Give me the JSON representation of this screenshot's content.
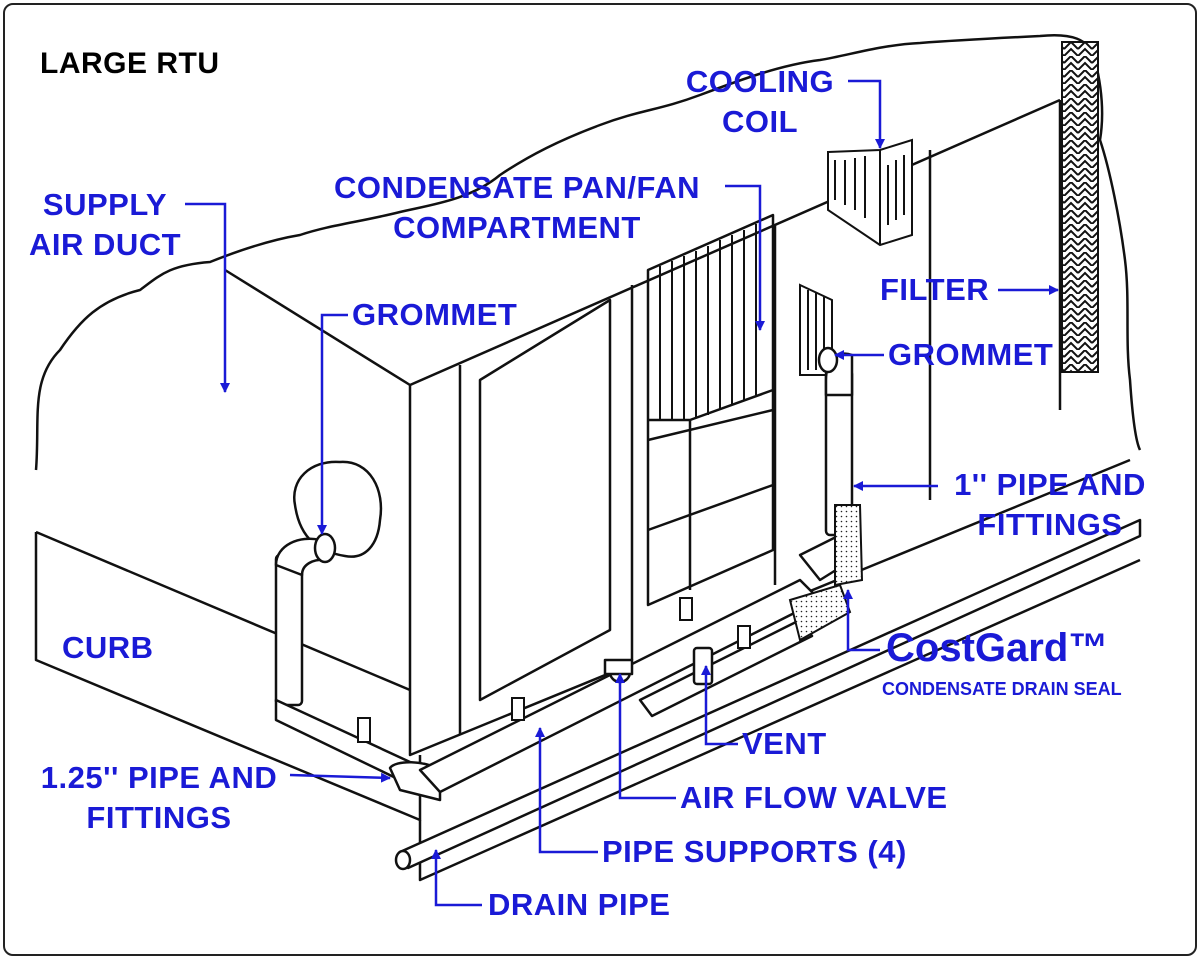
{
  "title": "LARGE RTU",
  "labels": {
    "cooling_coil": [
      "COOLING",
      "COIL"
    ],
    "condensate_pan": [
      "CONDENSATE PAN/FAN",
      "COMPARTMENT"
    ],
    "supply_air_duct": [
      "SUPPLY",
      "AIR DUCT"
    ],
    "grommet_left": "GROMMET",
    "grommet_right": "GROMMET",
    "filter": "FILTER",
    "pipe_1in": [
      "1'' PIPE AND",
      "FITTINGS"
    ],
    "curb": "CURB",
    "brand": "CostGard™",
    "brand_sub": "CONDENSATE DRAIN SEAL",
    "vent": "VENT",
    "pipe_125": [
      "1.25'' PIPE AND",
      "FITTINGS"
    ],
    "air_flow_valve": "AIR FLOW VALVE",
    "pipe_supports": "PIPE SUPPORTS (4)",
    "drain_pipe": "DRAIN PIPE"
  },
  "colors": {
    "label": "#1a1ad6",
    "line": "#111111",
    "title": "#000000"
  }
}
